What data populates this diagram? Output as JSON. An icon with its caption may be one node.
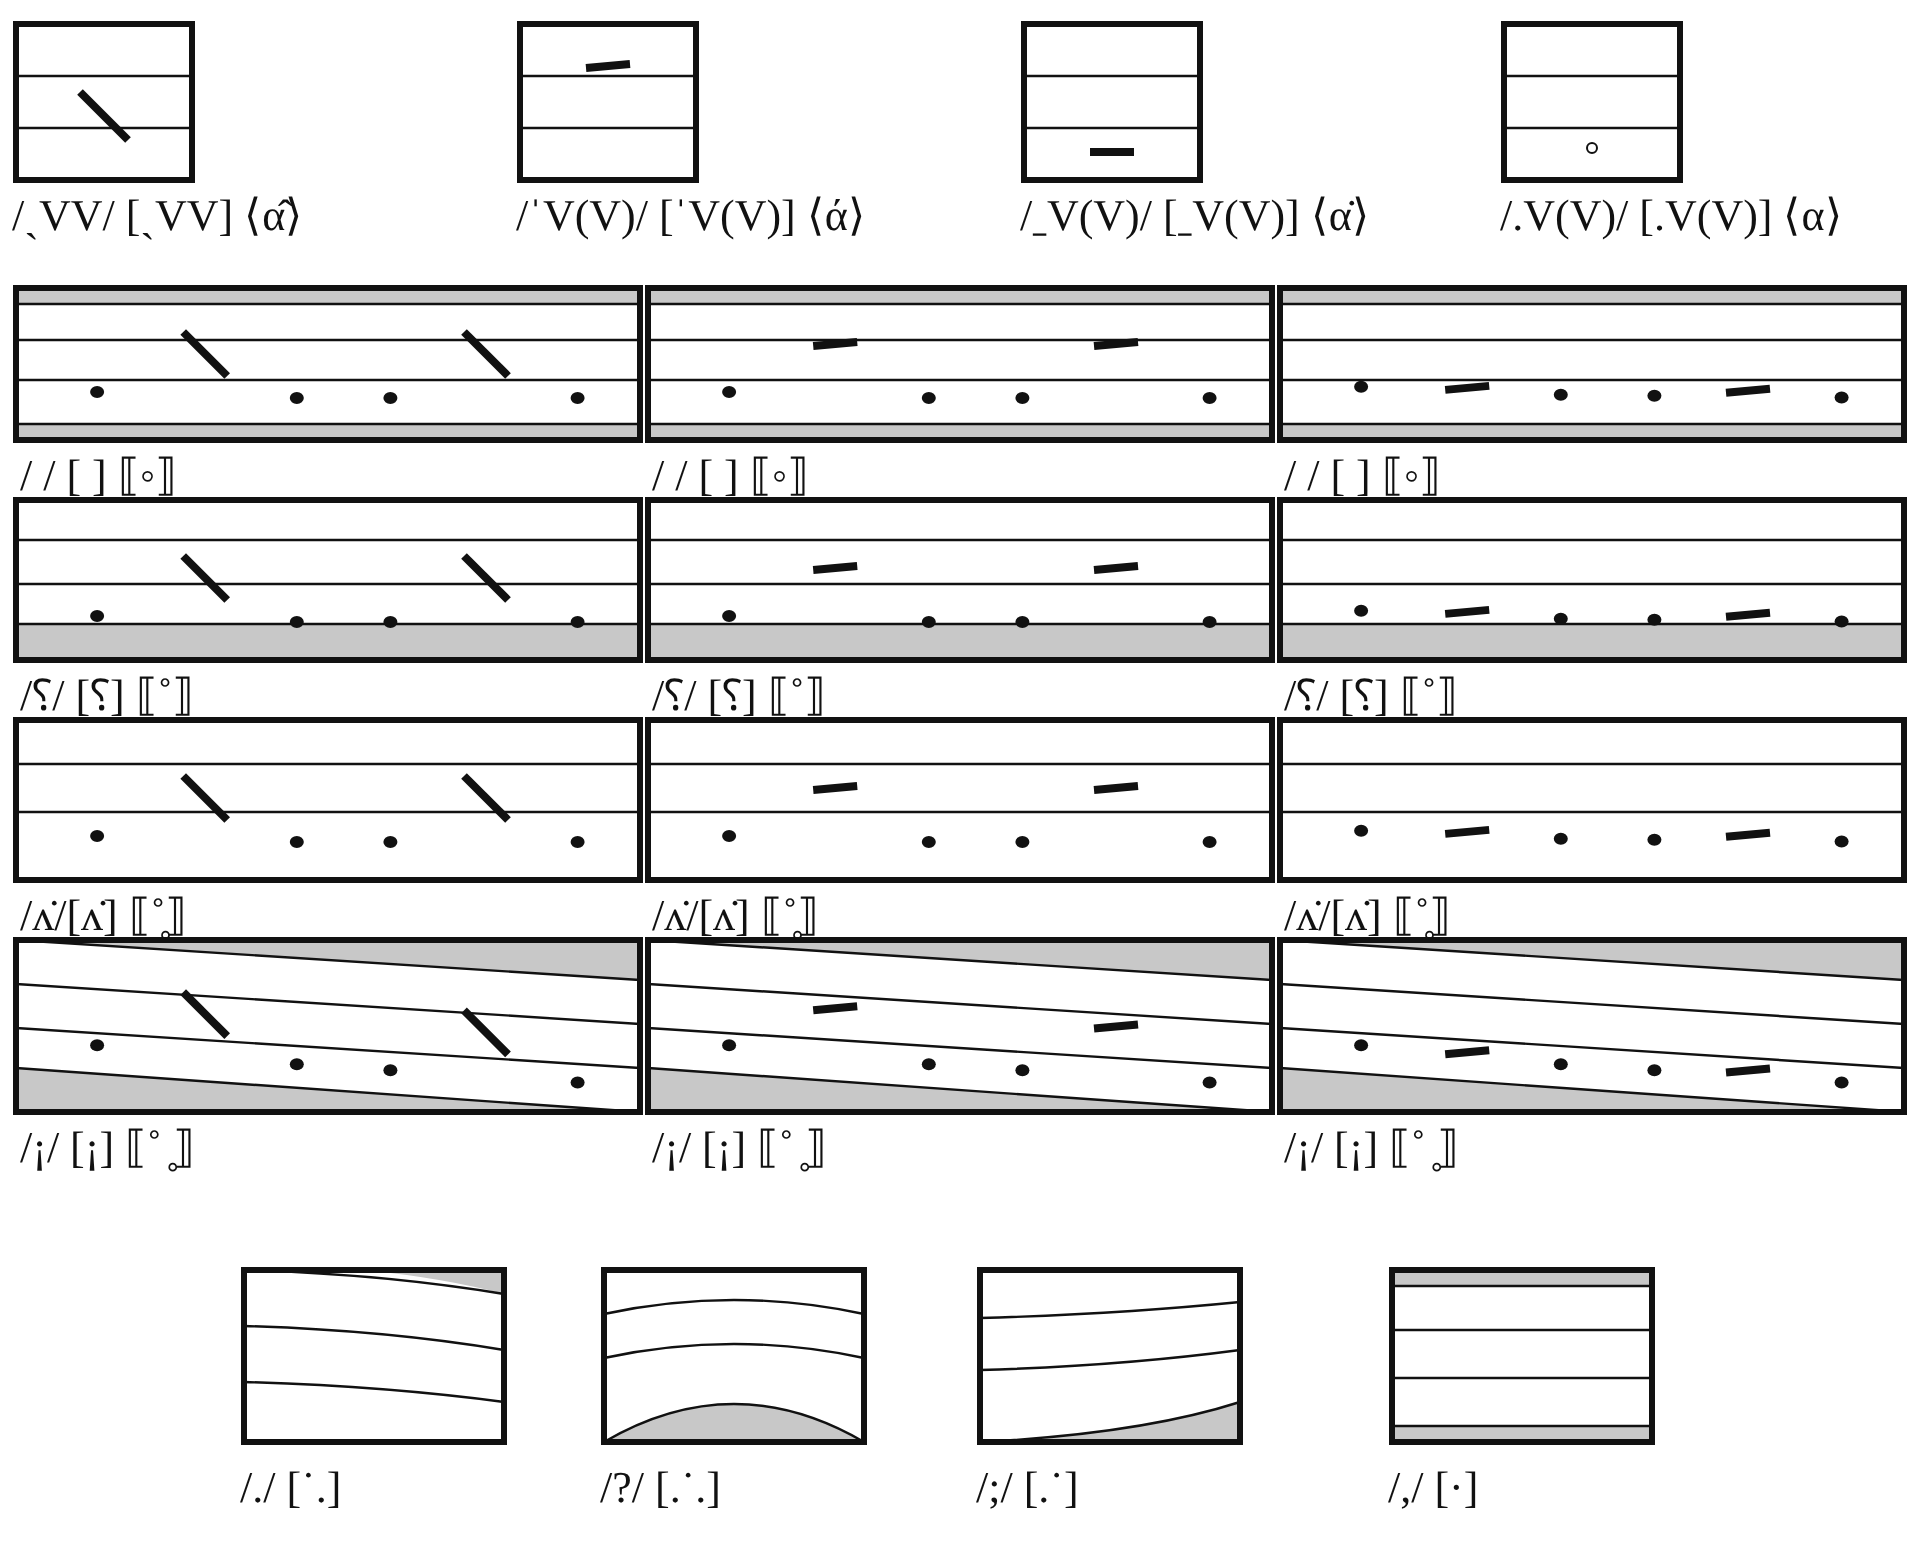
{
  "diagram": {
    "labels": [
      "/ˎVV/ [ˎVV] ⟨α̂⟩",
      "/ˈV(V)/ [ˈV(V)] ⟨ά⟩",
      "/ˍV(V)/ [ˍV(V)] ⟨α̇⟩",
      "/.V(V)/ [.V(V)] ⟨α⟩",
      "/ / [ ] ⟦◦⟧",
      "/ / [ ] ⟦◦⟧",
      "/ / [ ] ⟦◦⟧",
      "/⸮/ [⸮] ⟦˚⟧",
      "/⸮/ [⸮] ⟦˚⟧",
      "/⸮/ [⸮] ⟦˚⟧",
      "/ʌ̇/[ʌ̇] ⟦˚̥⟧",
      "/ʌ̇/[ʌ̇] ⟦˚̥⟧",
      "/ʌ̇/[ʌ̇] ⟦˚̥⟧",
      "/¡/ [¡] ⟦˚ ̥⟧",
      "/¡/ [¡] ⟦˚ ̥⟧",
      "/¡/ [¡] ⟦˚ ̥⟧",
      "/./ [˙.]",
      "/?/ [.˙.]",
      "/;/ [.˙]",
      "/,/ [·]"
    ]
  }
}
